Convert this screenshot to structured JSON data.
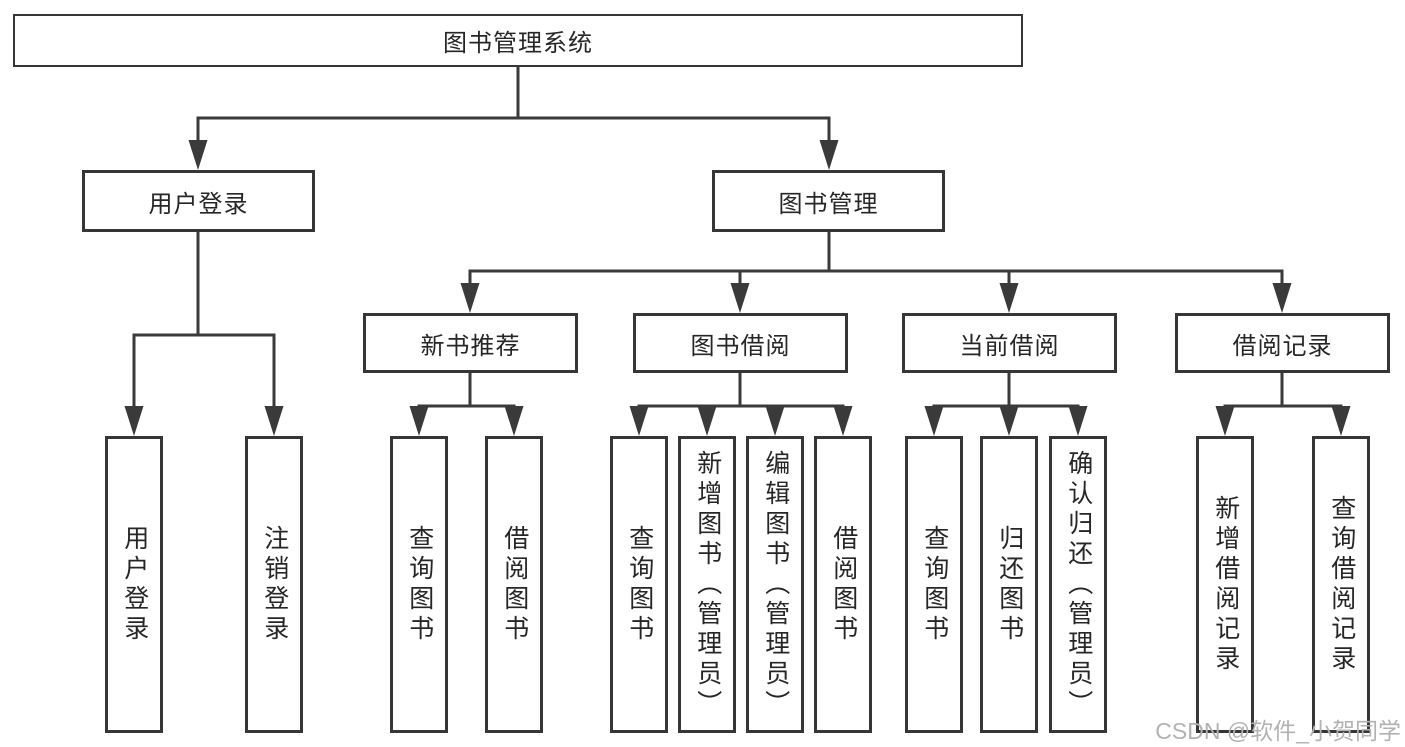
{
  "tree": {
    "label": "图书管理系统",
    "children": [
      {
        "label": "用户登录",
        "children": [
          {
            "label": "用户登录"
          },
          {
            "label": "注销登录"
          }
        ]
      },
      {
        "label": "图书管理",
        "children": [
          {
            "label": "新书推荐",
            "children": [
              {
                "label": "查询图书"
              },
              {
                "label": "借阅图书"
              }
            ]
          },
          {
            "label": "图书借阅",
            "children": [
              {
                "label": "查询图书"
              },
              {
                "label": "新增图书（管理员）"
              },
              {
                "label": "编辑图书（管理员）"
              },
              {
                "label": "借阅图书"
              }
            ]
          },
          {
            "label": "当前借阅",
            "children": [
              {
                "label": "查询图书"
              },
              {
                "label": "归还图书"
              },
              {
                "label": "确认归还（管理员）"
              }
            ]
          },
          {
            "label": "借阅记录",
            "children": [
              {
                "label": "新增借阅记录"
              },
              {
                "label": "查询借阅记录"
              }
            ]
          }
        ]
      }
    ]
  },
  "watermark": "CSDN @软件_小贺同学",
  "colors": {
    "line": "#3a3a3a",
    "box_border": "#363636",
    "box_fill": "#ffffff",
    "text": "#262626",
    "watermark": "#b2b2b2"
  }
}
